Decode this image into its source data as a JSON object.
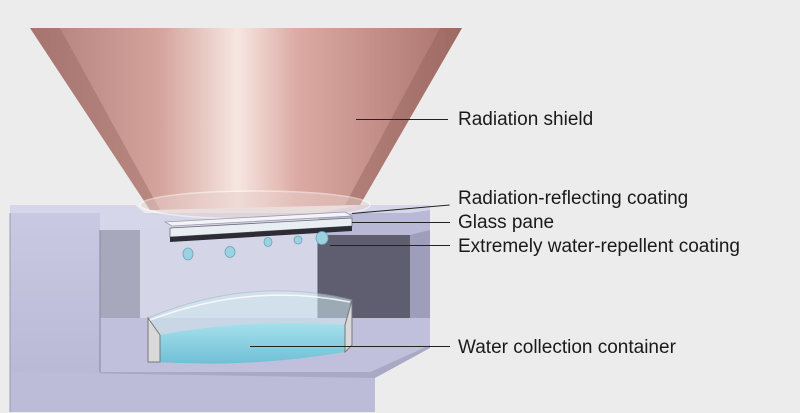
{
  "labels": {
    "radiation_shield": "Radiation shield",
    "reflecting_coating": "Radiation-reflecting coating",
    "glass_pane": "Glass pane",
    "repellent_coating": "Extremely water-repellent coating",
    "water_container": "Water collection container"
  },
  "colors": {
    "background": "#ececec",
    "box": "#c3c3dd",
    "box_dark": "#6a6a7c",
    "shield": "#c99891",
    "water": "#8fd3e4",
    "leader": "#222222"
  }
}
